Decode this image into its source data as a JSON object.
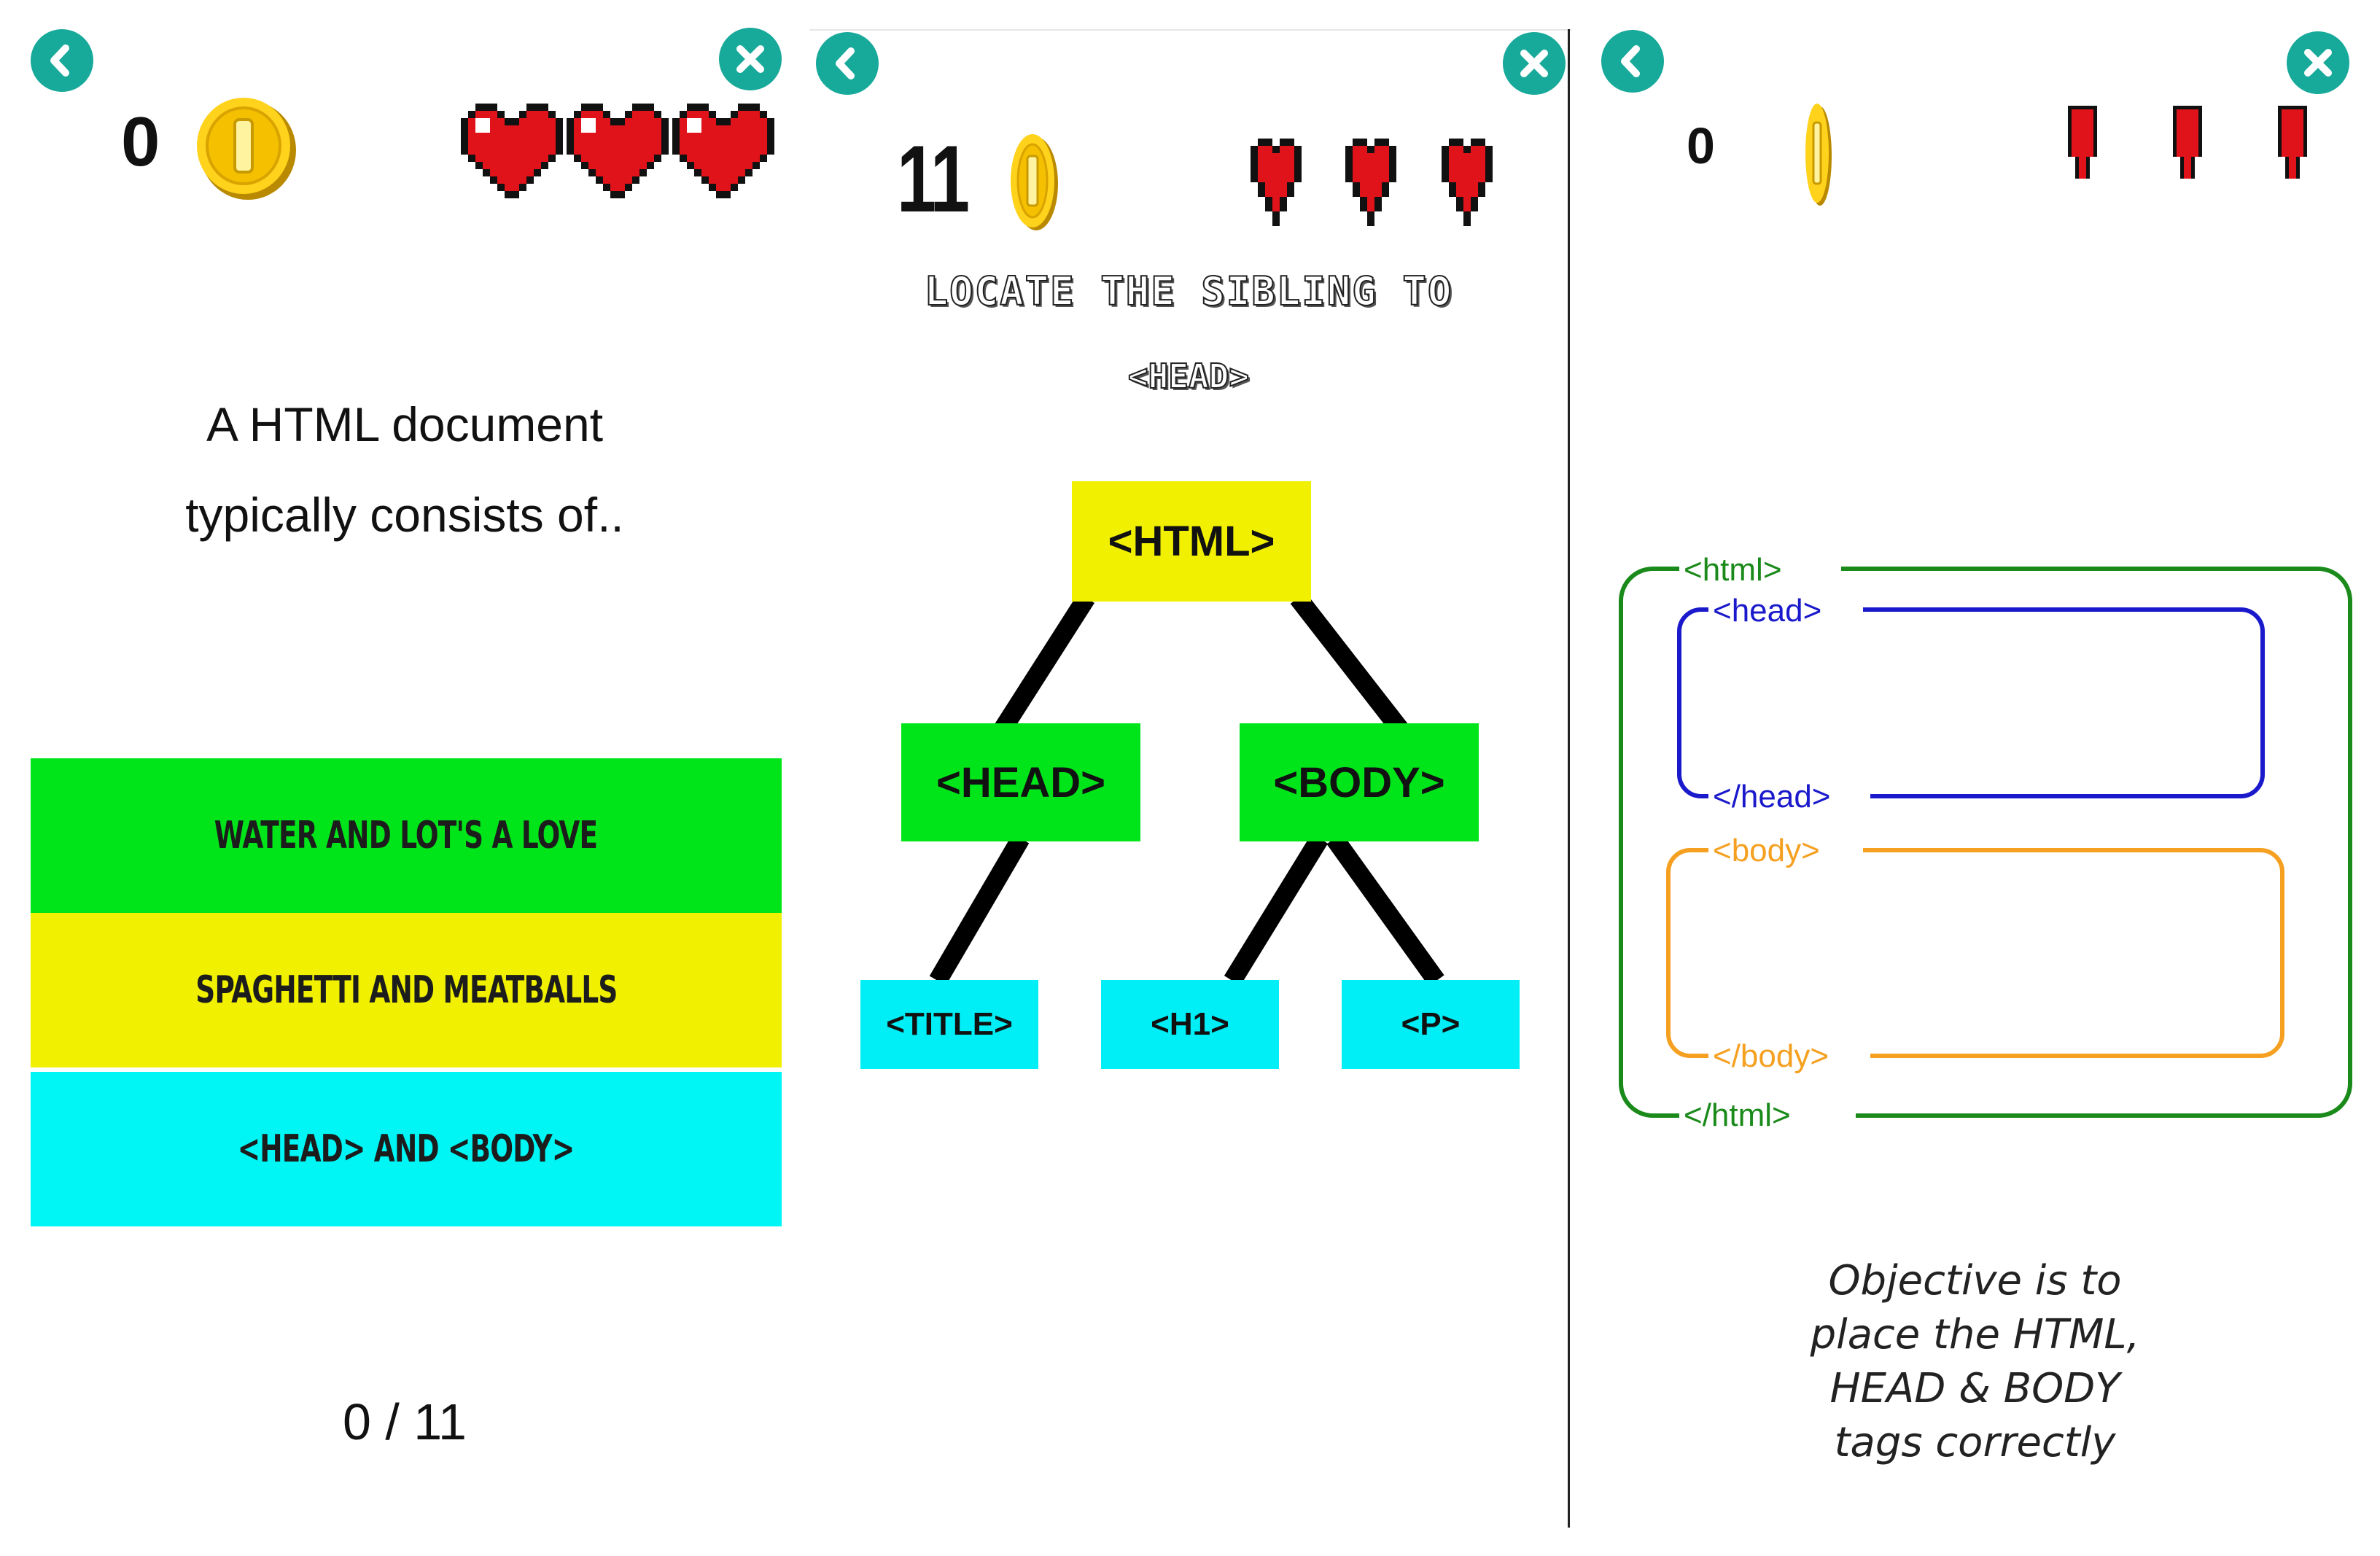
{
  "screens": [
    {
      "coins": "0",
      "question": [
        "A HTML document",
        "typically consists of.."
      ],
      "choices": [
        {
          "label": "WATER AND LOT'S A LOVE",
          "color": "#00e51a"
        },
        {
          "label": "SPAGHETTI AND MEATBALLS",
          "color": "#f0f000"
        },
        {
          "label": "<HEAD> AND <BODY>",
          "color": "#00f5f5"
        }
      ],
      "progress": "0 / 11",
      "lives": 3
    },
    {
      "coins": "11",
      "prompt": [
        "LOCATE THE SIBLING TO",
        "<HEAD>"
      ],
      "tree": {
        "root": {
          "label": "<HTML>",
          "color": "#f0f000"
        },
        "children": [
          {
            "label": "<HEAD>",
            "color": "#00e51a"
          },
          {
            "label": "<BODY>",
            "color": "#00e51a"
          }
        ],
        "leaves": [
          {
            "label": "<TITLE>",
            "color": "#00eef5"
          },
          {
            "label": "<H1>",
            "color": "#00eef5"
          },
          {
            "label": "<P>",
            "color": "#00eef5"
          }
        ]
      },
      "lives": 3
    },
    {
      "coins": "0",
      "zones": {
        "html_open": "<html>",
        "html_close": "</html>",
        "head_open": "<head>",
        "head_close": "</head>",
        "body_open": "<body>",
        "body_close": "</body>"
      },
      "colors": {
        "html": "#1a8a1a",
        "head": "#1a1acc",
        "body": "#f5a020"
      },
      "objective": [
        "Objective is to",
        "place the HTML,",
        "HEAD & BODY",
        "tags correctly"
      ],
      "lives": 3
    }
  ],
  "icons": {
    "back": "back-arrow-icon",
    "close": "close-x-icon",
    "coin": "gold-coin-icon",
    "heart": "heart-icon"
  }
}
